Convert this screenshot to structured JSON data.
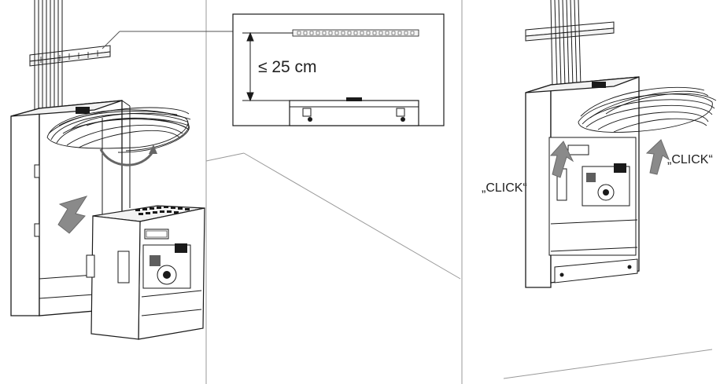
{
  "callout": {
    "measurement": "≤ 25 cm"
  },
  "right_panel": {
    "click_left": "„CLICK“",
    "click_right": "„CLICK“"
  },
  "colors": {
    "line": "#1a1a1a",
    "arrow": "#8a8a8a",
    "paper": "#ffffff",
    "light": "#f2f2f2"
  }
}
